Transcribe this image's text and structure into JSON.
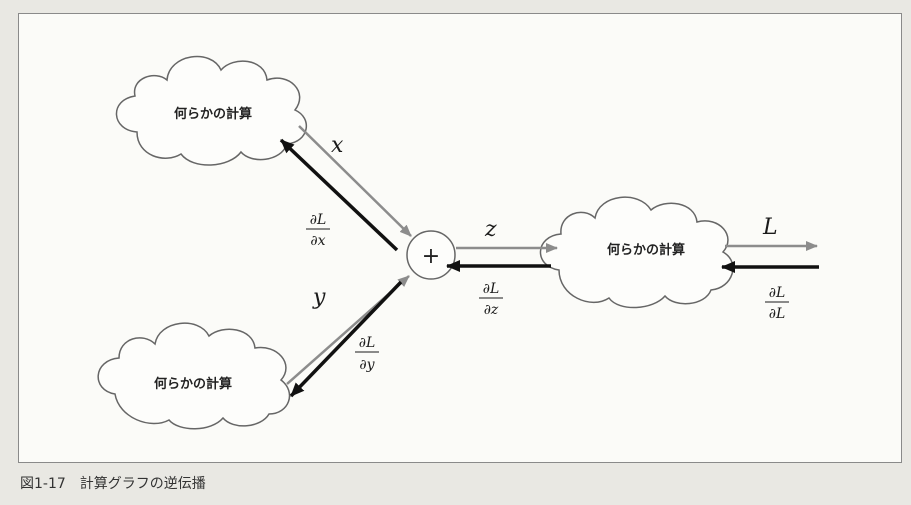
{
  "diagram": {
    "nodes": {
      "cloud_top_left": "何らかの計算",
      "cloud_bottom_left": "何らかの計算",
      "cloud_right": "何らかの計算",
      "add_node": "+"
    },
    "labels": {
      "x": "x",
      "y": "y",
      "z": "z",
      "L": "L",
      "partial": "∂L",
      "dx": "∂x",
      "dy": "∂y",
      "dz": "∂z",
      "dL": "∂L"
    },
    "colors": {
      "forward_arrow": "#8c8c8c",
      "backward_arrow": "#111111",
      "cloud_stroke": "#666666"
    }
  },
  "caption": {
    "number": "図1-17",
    "text": "計算グラフの逆伝播"
  }
}
